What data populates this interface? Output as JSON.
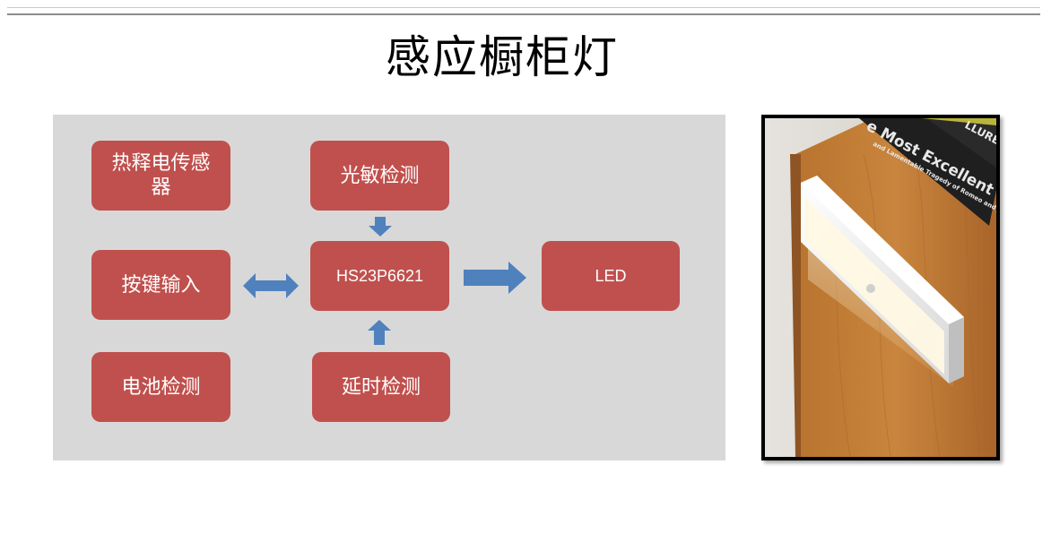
{
  "slide": {
    "title": "感应橱柜灯"
  },
  "diagram": {
    "nodes": {
      "pir_sensor": "热释电传感器",
      "key_input": "按键输入",
      "battery_detect": "电池检测",
      "light_detect": "光敏检测",
      "mcu": "HS23P6621",
      "delay_detect": "延时检测",
      "led": "LED"
    },
    "colors": {
      "box": "#c0504d",
      "arrow": "#4f81bd",
      "panel": "#d8d8d8"
    }
  },
  "photo": {
    "book_title_line1": "e Most Excellent",
    "book_title_line2": "and Lamentable Tragedy of Romeo and Juliet",
    "book_spine_2": "LLURE"
  }
}
